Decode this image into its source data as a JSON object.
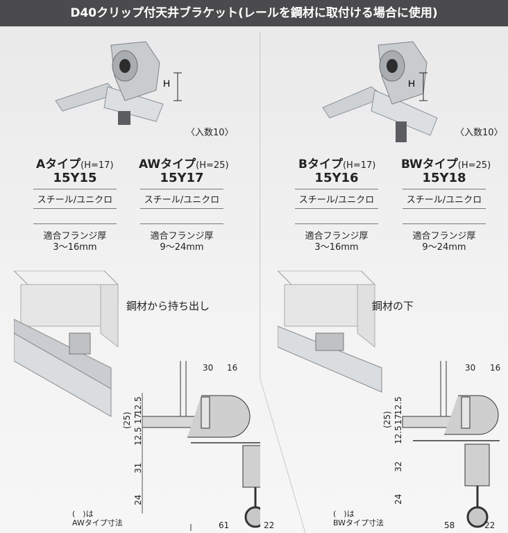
{
  "title": "D40クリップ付天井ブラケット(レールを鋼材に取付ける場合に使用)",
  "left": {
    "qty": "〈入数10〉",
    "caption": "鋼材から持ち出し",
    "products": [
      {
        "type": "Aタイプ",
        "h": "(H=17)",
        "code": "15Y15",
        "material": "スチール/ユニクロ",
        "flange_label": "適合フランジ厚",
        "flange_value": "3〜16mm"
      },
      {
        "type": "AWタイプ",
        "h": "(H=25)",
        "code": "15Y17",
        "material": "スチール/ユニクロ",
        "flange_label": "適合フランジ厚",
        "flange_value": "9〜24mm"
      }
    ],
    "dims": {
      "top1": "30",
      "top2": "16",
      "v1": "12.5",
      "v2": "17",
      "v3": "12.5",
      "v4": "31",
      "v5": "24",
      "paren": "(25)",
      "bottom1": "61",
      "bottom2": "22"
    },
    "note1": "(　)は",
    "note2": "AWタイプ寸法"
  },
  "right": {
    "qty": "〈入数10〉",
    "caption": "鋼材の下",
    "products": [
      {
        "type": "Bタイプ",
        "h": "(H=17)",
        "code": "15Y16",
        "material": "スチール/ユニクロ",
        "flange_label": "適合フランジ厚",
        "flange_value": "3〜16mm"
      },
      {
        "type": "BWタイプ",
        "h": "(H=25)",
        "code": "15Y18",
        "material": "スチール/ユニクロ",
        "flange_label": "適合フランジ厚",
        "flange_value": "9〜24mm"
      }
    ],
    "dims": {
      "top1": "30",
      "top2": "16",
      "v1": "12.5",
      "v2": "17",
      "v3": "12.5",
      "v4": "32",
      "v5": "24",
      "paren": "(25)",
      "bottom1": "58",
      "bottom2": "22"
    },
    "note1": "(　)は",
    "note2": "BWタイプ寸法"
  },
  "h_label": "H"
}
